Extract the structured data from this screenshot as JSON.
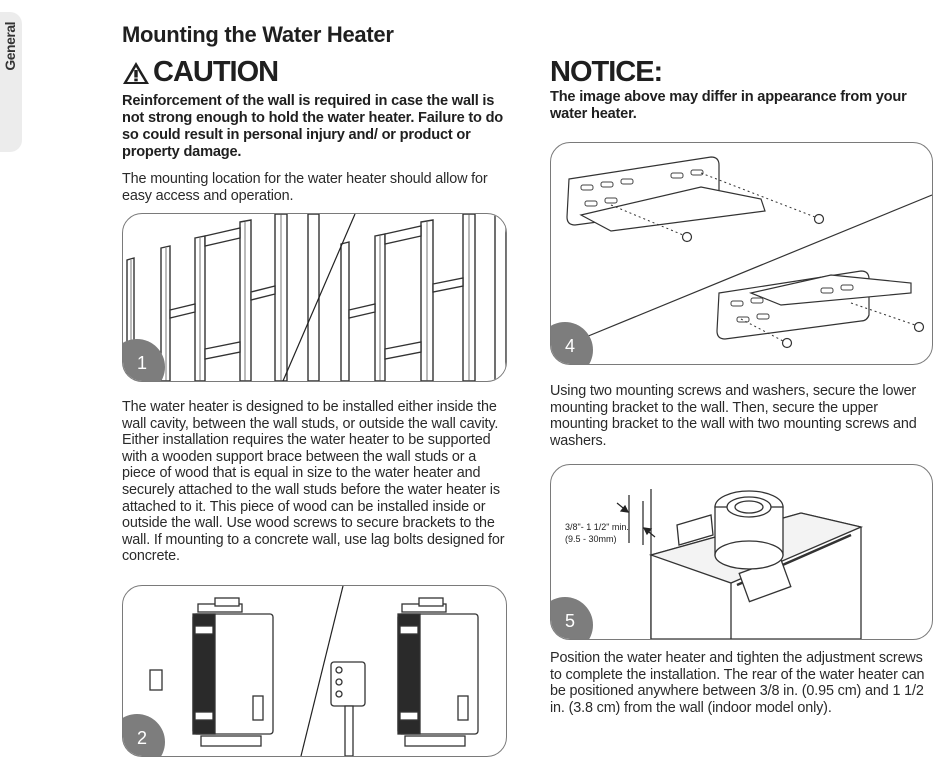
{
  "side_tab": {
    "label": "General"
  },
  "title": "Mounting the Water Heater",
  "caution": {
    "heading": "CAUTION",
    "text": "Reinforcement of the wall is required in case the wall is not strong enough to hold the water heater. Failure to do so could result in personal injury and/ or product or property damage."
  },
  "paragraphs": {
    "location": "The mounting location for the water heater should allow for easy access and operation.",
    "install": "The water heater is designed to be installed either inside the wall cavity, between the wall studs, or outside the wall cavity. Either installation requires the water heater to be supported with a wooden support brace between the wall studs or a piece of wood that is equal in size to the water heater and securely attached to the wall studs before the water heater is attached to it. This piece of wood can be installed inside or outside the wall. Use wood screws to secure brackets to the wall. If mounting to a concrete wall, use lag bolts designed for concrete.",
    "screws": "Using two mounting screws and washers, secure the lower mounting bracket to the wall. Then, secure the upper mounting bracket to the wall with two mounting screws and washers.",
    "position": "Position the water heater and tighten the adjustment screws to complete the installation. The rear of the water heater can be positioned anywhere between 3/8 in. (0.95 cm) and 1 1/2 in. (3.8 cm) from the wall (indoor model only)."
  },
  "notice": {
    "heading": "NOTICE:",
    "text": "The image above may differ in appearance from your water heater."
  },
  "figures": {
    "fig1": {
      "number": "1",
      "icon": "wall-studs-illustration"
    },
    "fig2": {
      "number": "2",
      "icon": "water-heater-wall-mount-illustration"
    },
    "fig4": {
      "number": "4",
      "icon": "mounting-brackets-screws-illustration"
    },
    "fig5": {
      "number": "5",
      "icon": "water-heater-clearance-illustration",
      "dimension_line1": "3/8\"- 1 1/2\" min.",
      "dimension_line2": "(9.5 - 30mm)"
    }
  },
  "colors": {
    "text": "#1f1f1f",
    "figure_border": "#7a7a7a",
    "badge": "#7d7d7d",
    "side_tab": "#ececec"
  }
}
